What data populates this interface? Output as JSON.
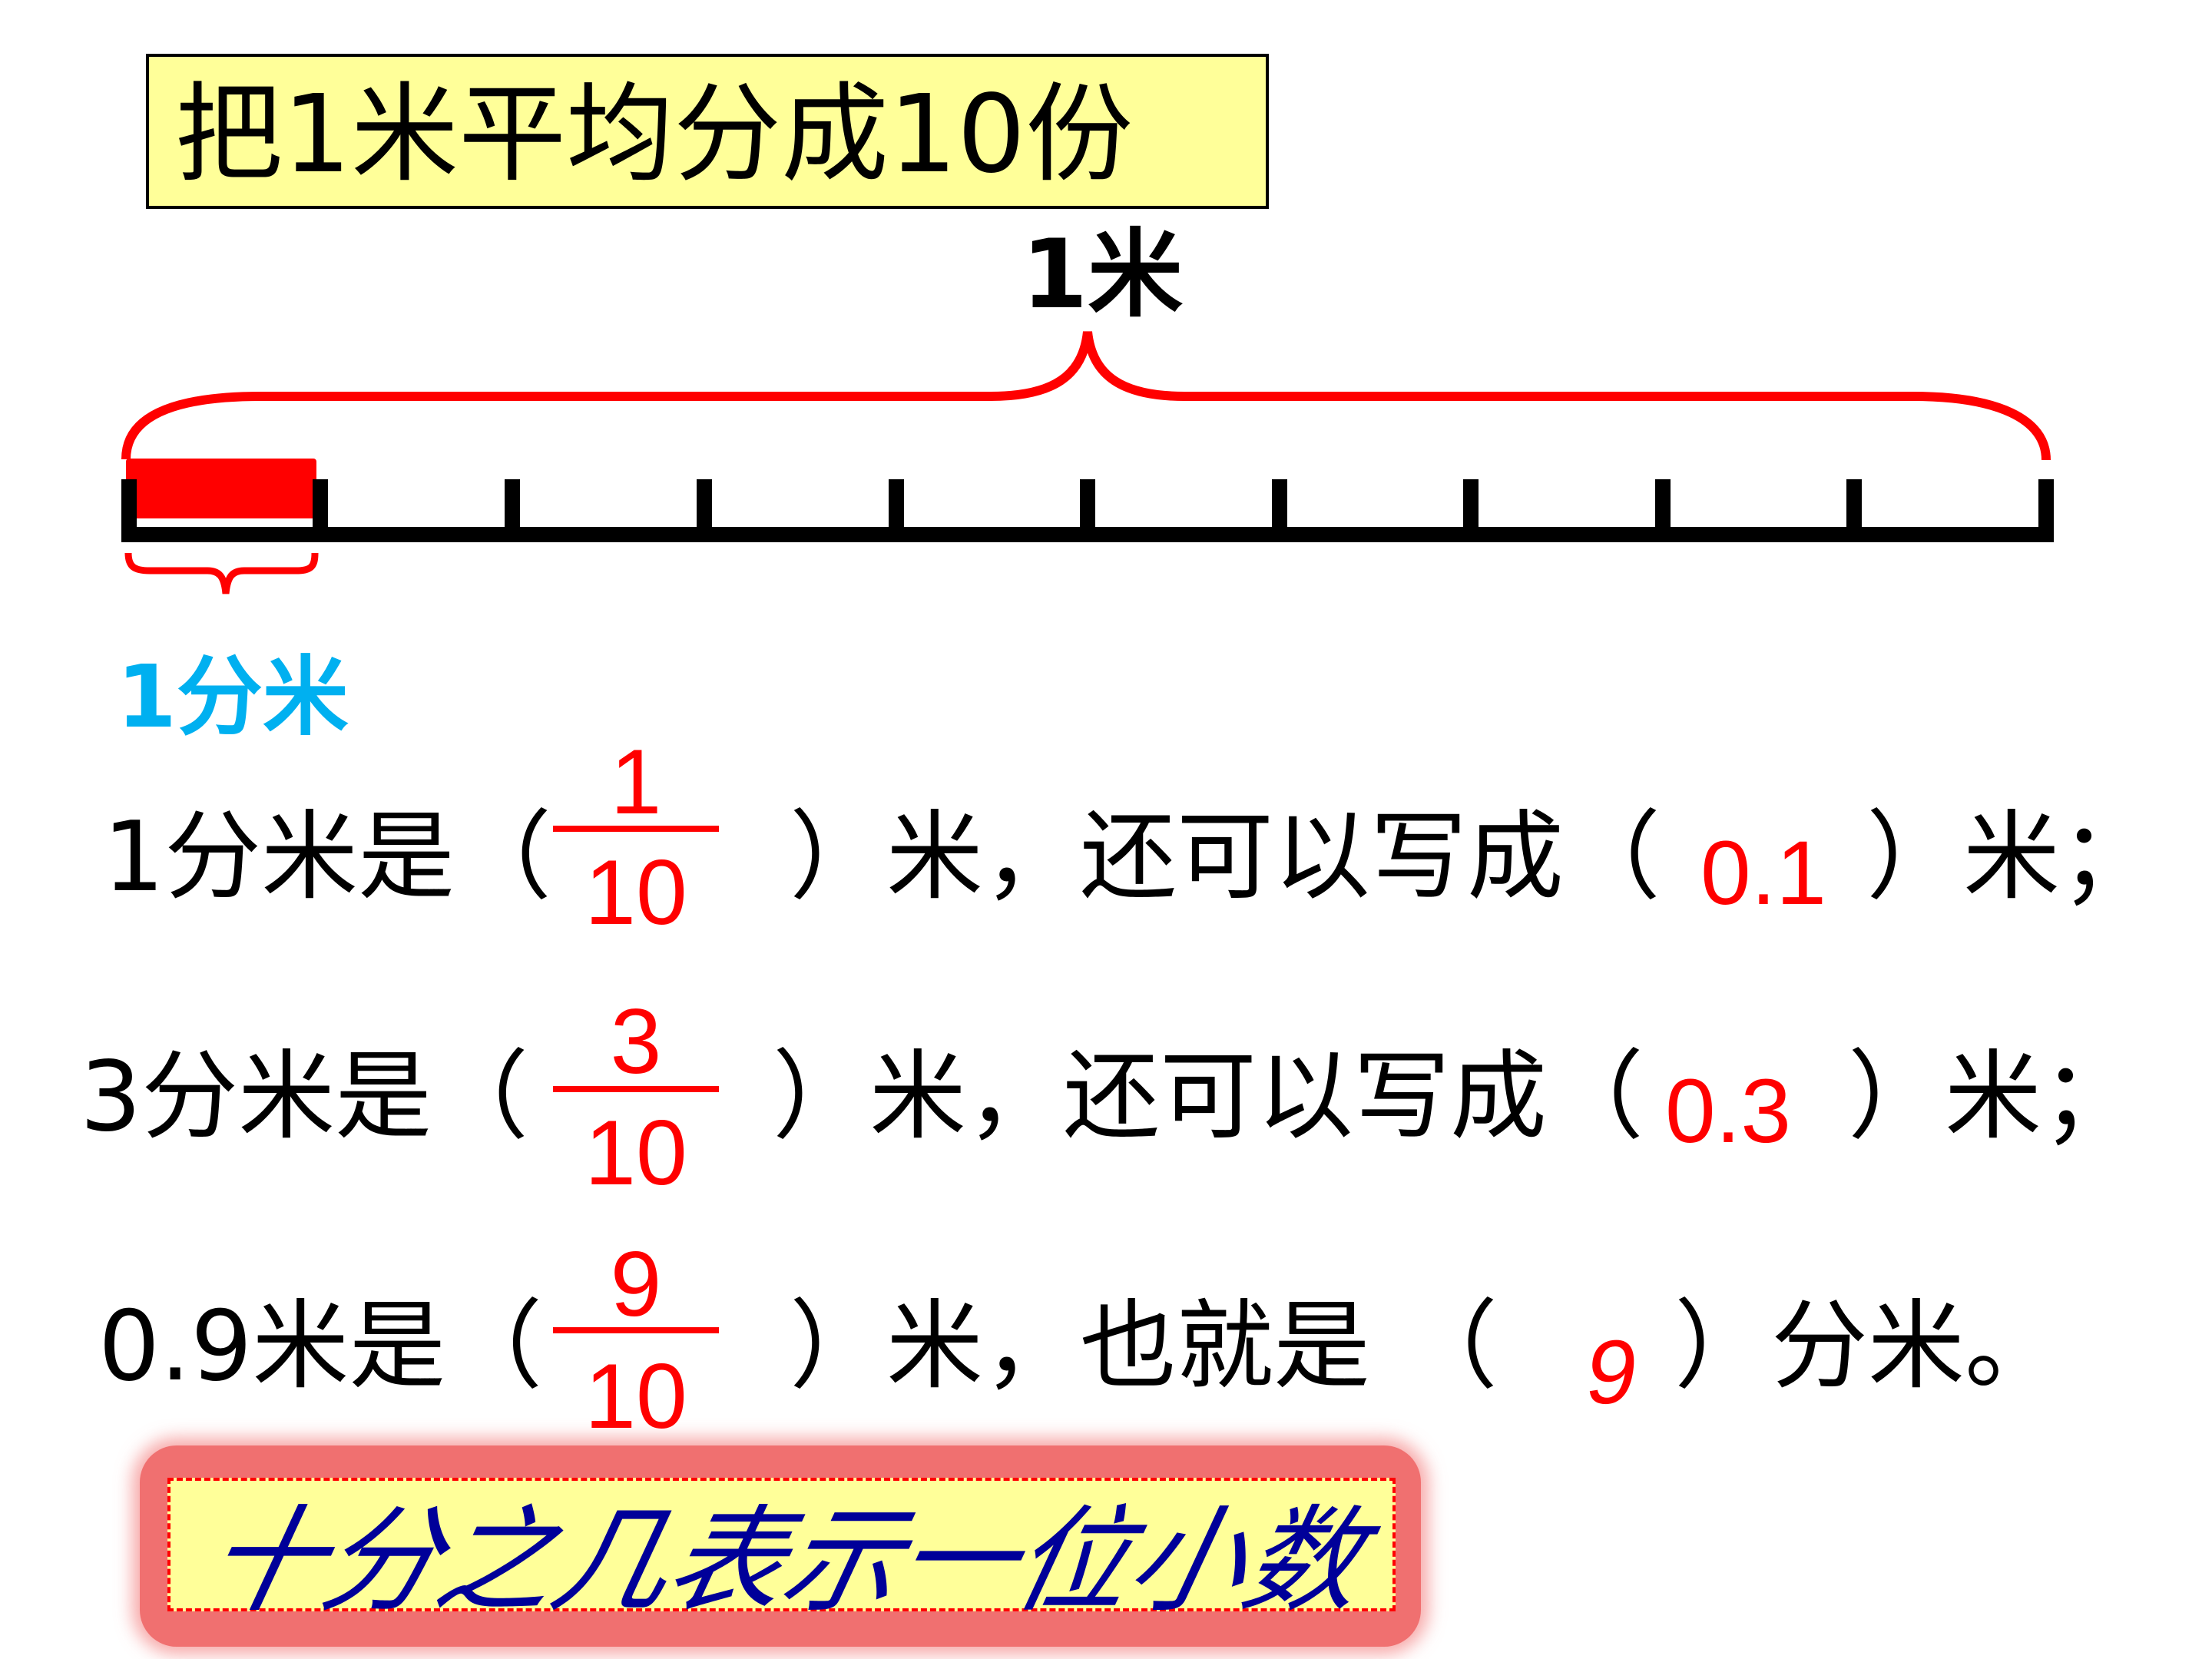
{
  "title": "把1米平均分成10份",
  "diagram": {
    "whole_label": "1米",
    "part_label": "1分米",
    "segments": 10,
    "highlighted_segments": 1,
    "colors": {
      "ruler": "#000000",
      "brace": "#ff0000",
      "highlight_bar": "#ff0000",
      "part_label": "#00b0f0"
    }
  },
  "rows": [
    {
      "prefix": "1分米是（",
      "fraction": {
        "numerator": "1",
        "denominator": "10"
      },
      "middle": "）米，还可以写成（",
      "answer": "0.1",
      "suffix": "）米；"
    },
    {
      "prefix": "3分米是（",
      "fraction": {
        "numerator": "3",
        "denominator": "10"
      },
      "middle": "）米，还可以写成（",
      "answer": "0.3",
      "suffix": "）米；"
    },
    {
      "prefix": "0.9米是（",
      "fraction": {
        "numerator": "9",
        "denominator": "10"
      },
      "middle": "）米，也就是 （",
      "answer": "9",
      "suffix": "）分米。"
    }
  ],
  "summary": "十分之几表示一位小数",
  "colors": {
    "answer": "#ff0000",
    "title_bg": "#ffff99",
    "summary_text": "#000099",
    "summary_border": "#ff0000"
  }
}
